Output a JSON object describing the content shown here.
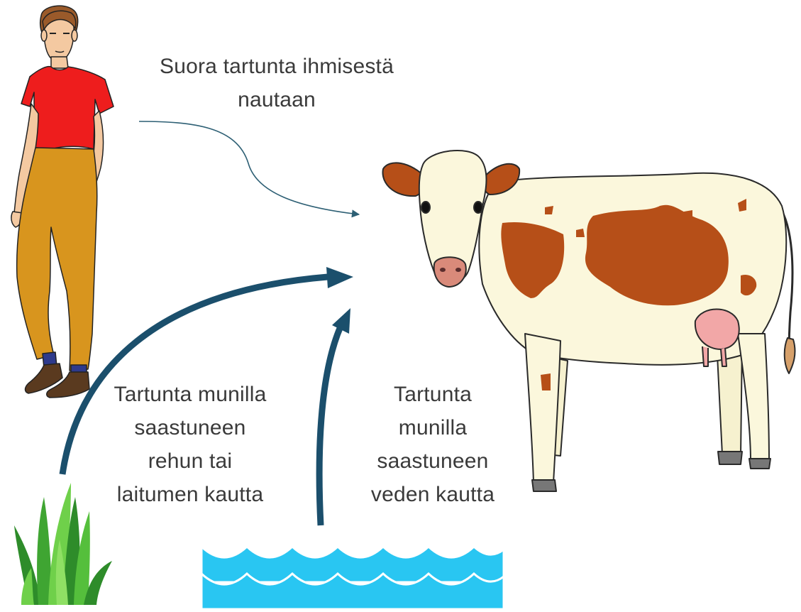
{
  "labels": {
    "direct": [
      "Suora tartunta ihmisestä",
      "nautaan"
    ],
    "feed": [
      "Tartunta munilla",
      "saastuneen",
      "rehun tai",
      "laitumen kautta"
    ],
    "water": [
      "Tartunta",
      "munilla",
      "saastuneen",
      "veden kautta"
    ]
  },
  "colors": {
    "thin_arrow": "#2d5f74",
    "thick_arrow": "#1b4f6c",
    "shirt": "#ee1d1d",
    "trousers": "#d8951e",
    "skin": "#f4c9a1",
    "hair": "#9a5a2a",
    "shoes": "#5a3a1f",
    "cow_body": "#fbf7dc",
    "cow_spots": "#b64f18",
    "udder": "#f2a7a7",
    "grass_dark": "#2e8c2a",
    "grass_light": "#6fd04a",
    "water": "#29c6f2",
    "water_edge": "#ffffff"
  },
  "icons": [
    "person-icon",
    "cow-icon",
    "grass-icon",
    "water-icon"
  ]
}
